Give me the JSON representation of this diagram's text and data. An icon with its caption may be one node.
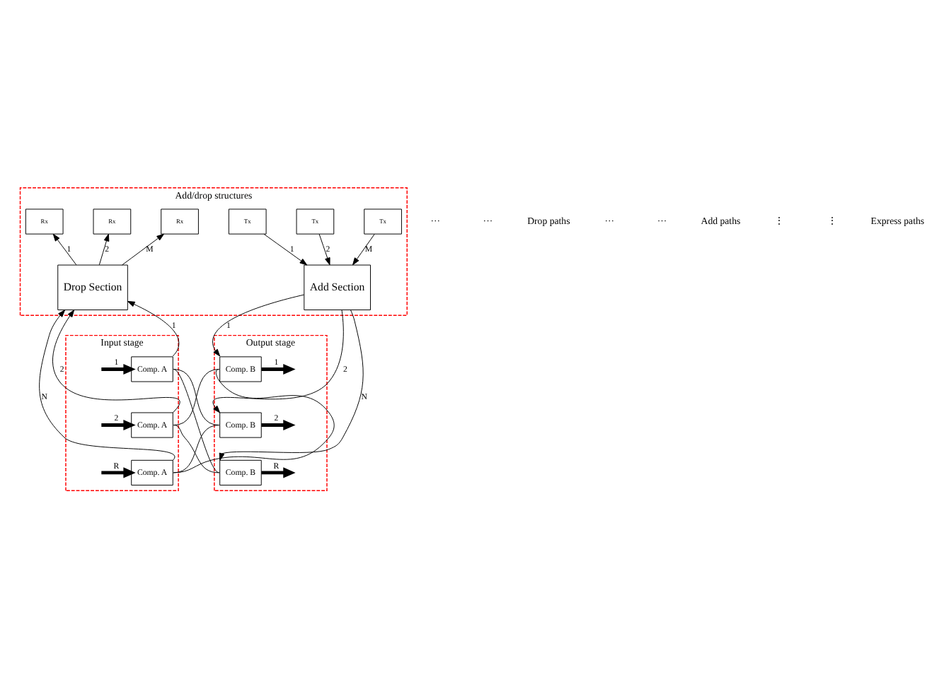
{
  "diagram": {
    "nodes": [
      {
        "text": [
          "Add/drop structures"
        ]
      },
      {
        "text": [
          "Rx"
        ],
        "in": 0
      },
      {
        "text": [
          "Rx"
        ],
        "in": 0
      },
      {
        "text": [
          "Rx"
        ],
        "in": 0
      },
      {
        "text": [
          "Tx"
        ],
        "in": 0
      },
      {
        "text": [
          "Tx"
        ],
        "in": 0
      },
      {
        "text": [
          "Tx"
        ],
        "in": 0
      },
      {
        "text": [
          "Drop Section"
        ],
        "in": 0
      },
      {
        "text": [
          "Add Section"
        ],
        "in": 0
      },
      {
        "text": [
          "Input stage"
        ]
      },
      {
        "text": [
          "Comp. A"
        ],
        "in": 9
      },
      {
        "text": [
          "Comp. A"
        ],
        "in": 9
      },
      {
        "text": [
          "Comp. A"
        ],
        "in": 9
      },
      {
        "text": [
          "Output stage"
        ]
      },
      {
        "text": [
          "Comp. B"
        ],
        "in": 13
      },
      {
        "text": [
          "Comp. B"
        ],
        "in": 13
      },
      {
        "text": [
          "Comp. B"
        ],
        "in": 13
      }
    ],
    "edges": [
      {
        "from": null,
        "to": 10,
        "arrow": "to",
        "label": "1",
        "style": "thick"
      },
      {
        "from": null,
        "to": 11,
        "arrow": "to",
        "label": "2",
        "style": "thick"
      },
      {
        "from": null,
        "to": 12,
        "arrow": "to",
        "label": "R",
        "style": "thick"
      },
      {
        "from": 10,
        "to": 7,
        "arrow": "to",
        "label": "1"
      },
      {
        "from": 11,
        "to": 7,
        "arrow": "to",
        "label": "2"
      },
      {
        "from": 12,
        "to": 7,
        "arrow": "to",
        "label": "N"
      },
      {
        "from": 7,
        "to": 1,
        "arrow": "to",
        "label": "1"
      },
      {
        "from": 7,
        "to": 2,
        "arrow": "to",
        "label": "2"
      },
      {
        "from": 7,
        "to": 3,
        "arrow": "to",
        "label": "M"
      },
      {
        "from": 4,
        "to": 8,
        "arrow": "to",
        "label": "1"
      },
      {
        "from": 5,
        "to": 8,
        "arrow": "to",
        "label": "2"
      },
      {
        "from": 6,
        "to": 8,
        "arrow": "to",
        "label": "M"
      },
      {
        "from": 8,
        "to": 14,
        "arrow": "to",
        "label": "1"
      },
      {
        "from": 8,
        "to": 15,
        "arrow": "to",
        "label": "2"
      },
      {
        "from": 8,
        "to": 16,
        "arrow": "to",
        "label": "N"
      },
      {
        "from": 10,
        "to": 15,
        "arrow": "none"
      },
      {
        "from": 10,
        "to": 16,
        "arrow": "none"
      },
      {
        "from": 11,
        "to": 14,
        "arrow": "none"
      },
      {
        "from": 11,
        "to": 16,
        "arrow": "none"
      },
      {
        "from": 12,
        "to": 14,
        "arrow": "none"
      },
      {
        "from": 12,
        "to": 15,
        "arrow": "none"
      },
      {
        "from": 14,
        "to": null,
        "arrow": "to",
        "label": "1",
        "style": "thick"
      },
      {
        "from": 15,
        "to": null,
        "arrow": "to",
        "label": "2",
        "style": "thick"
      },
      {
        "from": 16,
        "to": null,
        "arrow": "to",
        "label": "R",
        "style": "thick"
      }
    ],
    "labels": [
      "···",
      "···",
      "Drop paths",
      "···",
      "···",
      "Add paths",
      "⋮",
      "⋮",
      "Express paths"
    ]
  }
}
